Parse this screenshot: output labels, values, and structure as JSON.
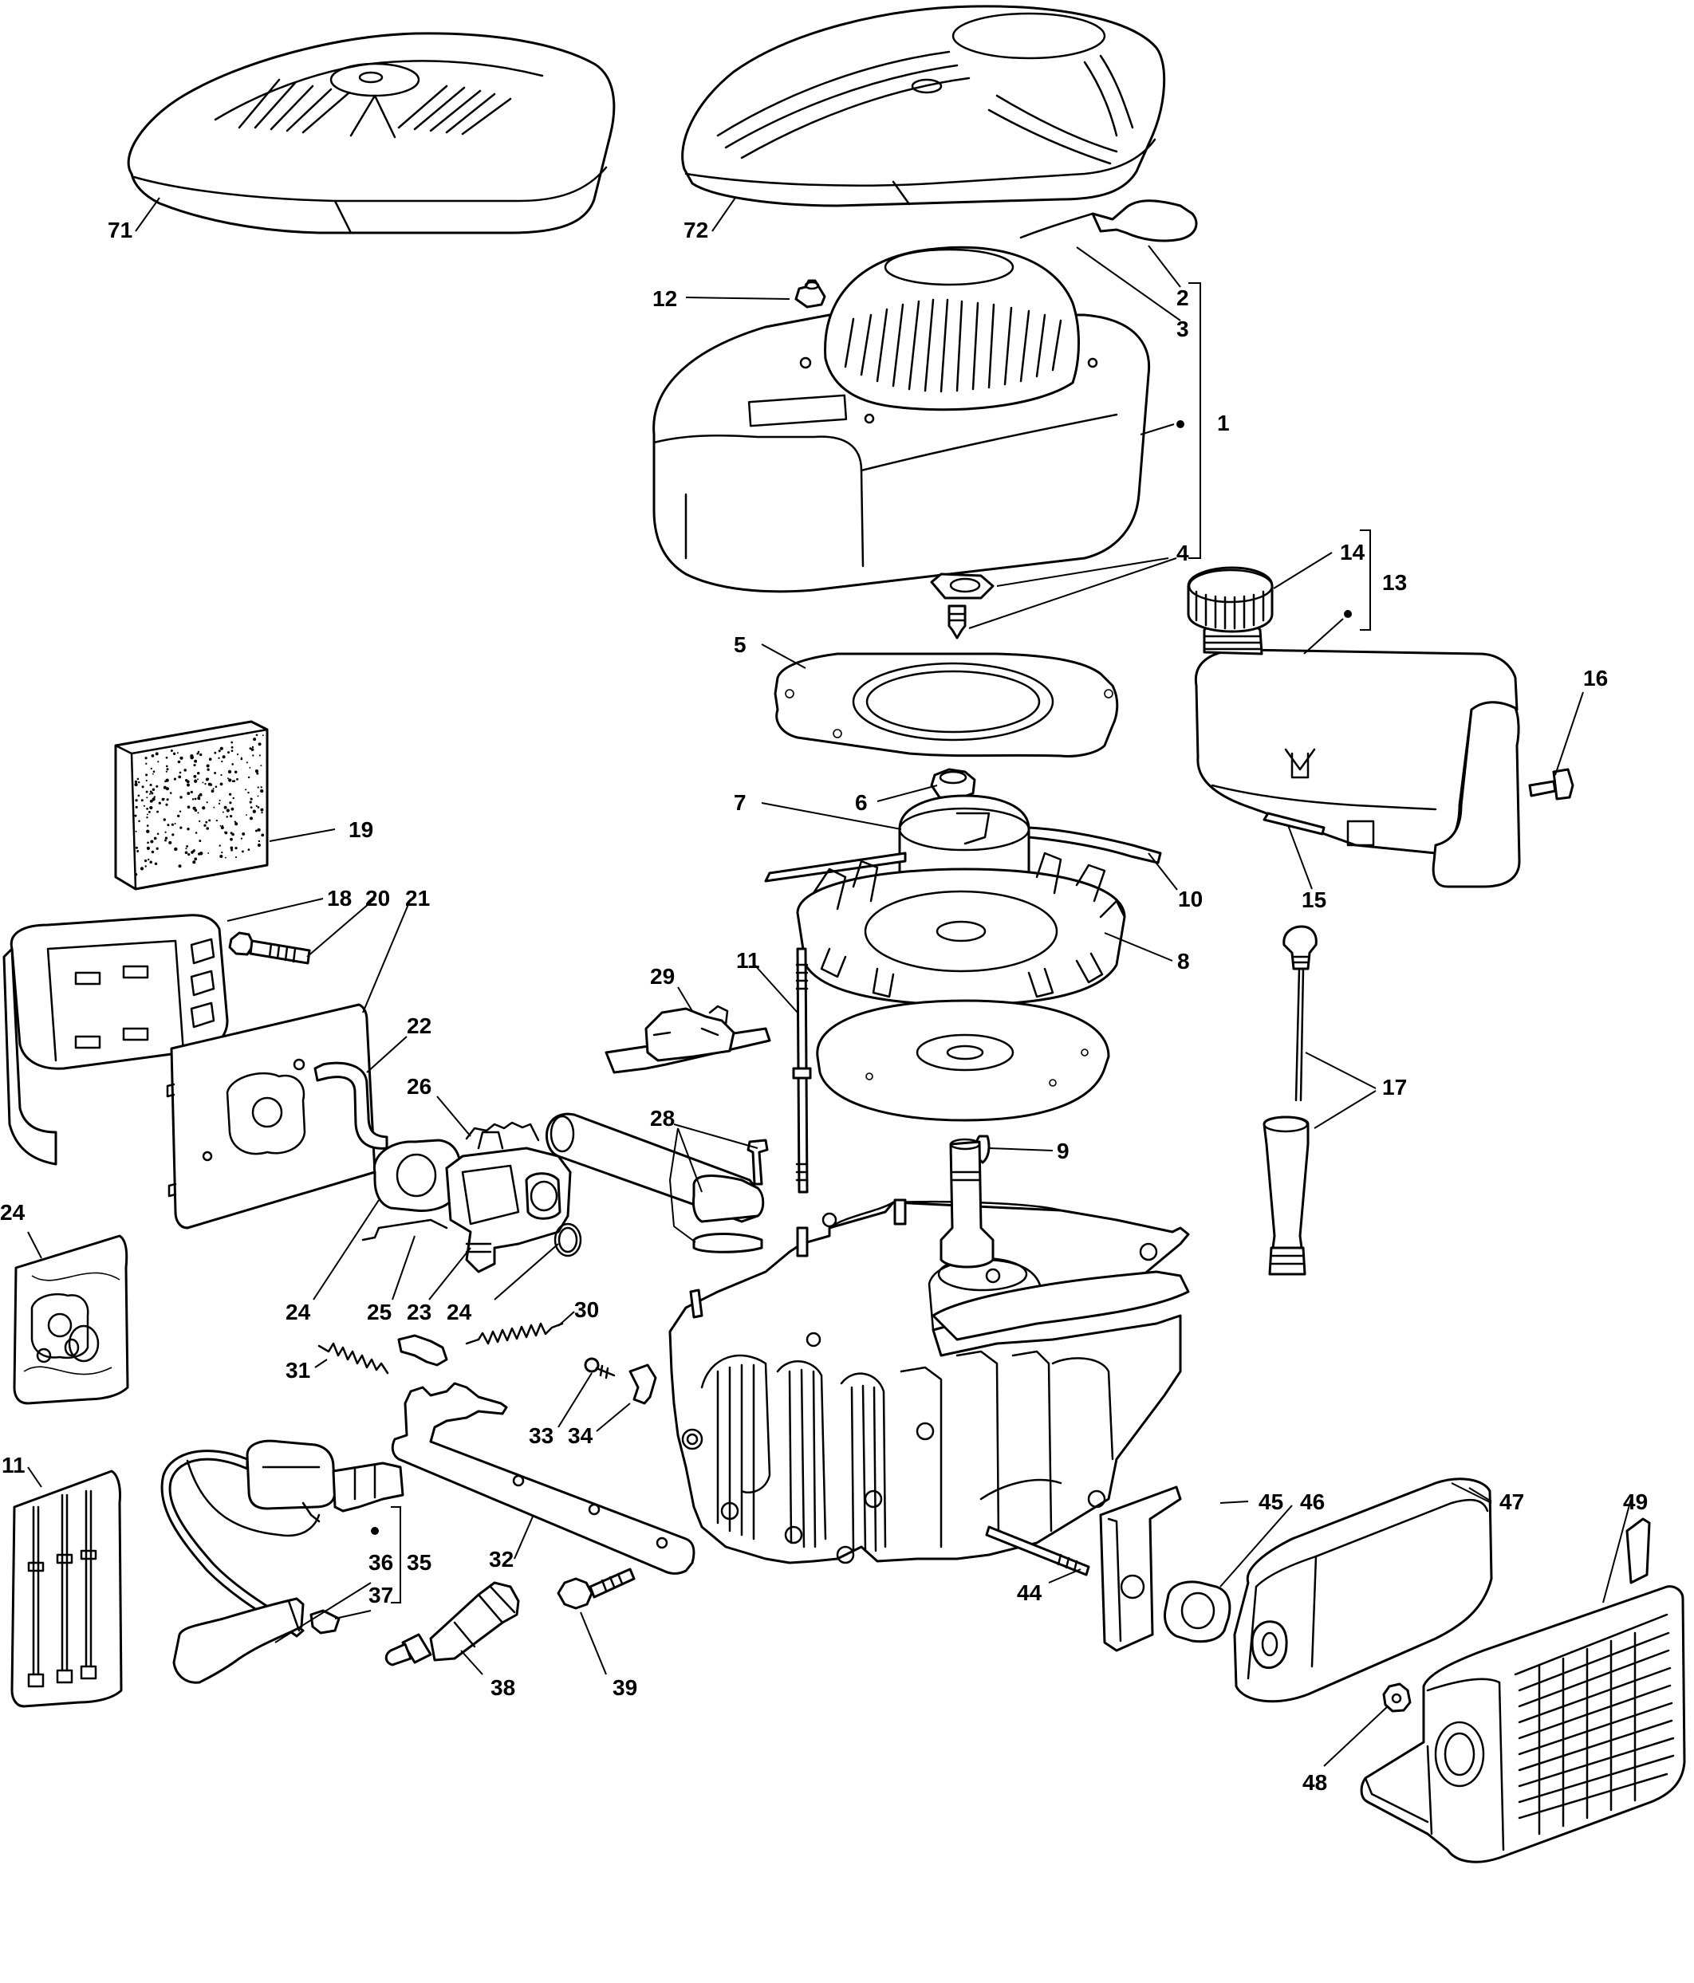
{
  "callouts": [
    {
      "id": "c71",
      "text": "71"
    },
    {
      "id": "c72",
      "text": "72"
    },
    {
      "id": "c1",
      "text": "1"
    },
    {
      "id": "c2",
      "text": "2"
    },
    {
      "id": "c3",
      "text": "3"
    },
    {
      "id": "c4",
      "text": "4"
    },
    {
      "id": "c5",
      "text": "5"
    },
    {
      "id": "c6",
      "text": "6"
    },
    {
      "id": "c7",
      "text": "7"
    },
    {
      "id": "c8",
      "text": "8"
    },
    {
      "id": "c9",
      "text": "9"
    },
    {
      "id": "c10",
      "text": "10"
    },
    {
      "id": "c11a",
      "text": "11"
    },
    {
      "id": "c11b",
      "text": "11"
    },
    {
      "id": "c12",
      "text": "12"
    },
    {
      "id": "c13",
      "text": "13"
    },
    {
      "id": "c14",
      "text": "14"
    },
    {
      "id": "c15",
      "text": "15"
    },
    {
      "id": "c16",
      "text": "16"
    },
    {
      "id": "c17",
      "text": "17"
    },
    {
      "id": "c18",
      "text": "18"
    },
    {
      "id": "c19",
      "text": "19"
    },
    {
      "id": "c20",
      "text": "20"
    },
    {
      "id": "c21",
      "text": "21"
    },
    {
      "id": "c22",
      "text": "22"
    },
    {
      "id": "c23",
      "text": "23"
    },
    {
      "id": "c24a",
      "text": "24"
    },
    {
      "id": "c24b",
      "text": "24"
    },
    {
      "id": "c24c",
      "text": "24"
    },
    {
      "id": "c25",
      "text": "25"
    },
    {
      "id": "c26",
      "text": "26"
    },
    {
      "id": "c28",
      "text": "28"
    },
    {
      "id": "c29",
      "text": "29"
    },
    {
      "id": "c30",
      "text": "30"
    },
    {
      "id": "c31",
      "text": "31"
    },
    {
      "id": "c32",
      "text": "32"
    },
    {
      "id": "c33",
      "text": "33"
    },
    {
      "id": "c34",
      "text": "34"
    },
    {
      "id": "c35",
      "text": "35"
    },
    {
      "id": "c36",
      "text": "36"
    },
    {
      "id": "c37",
      "text": "37"
    },
    {
      "id": "c38",
      "text": "38"
    },
    {
      "id": "c39",
      "text": "39"
    },
    {
      "id": "c44",
      "text": "44"
    },
    {
      "id": "c45",
      "text": "45"
    },
    {
      "id": "c46",
      "text": "46"
    },
    {
      "id": "c47",
      "text": "47"
    },
    {
      "id": "c48",
      "text": "48"
    },
    {
      "id": "c49",
      "text": "49"
    }
  ]
}
